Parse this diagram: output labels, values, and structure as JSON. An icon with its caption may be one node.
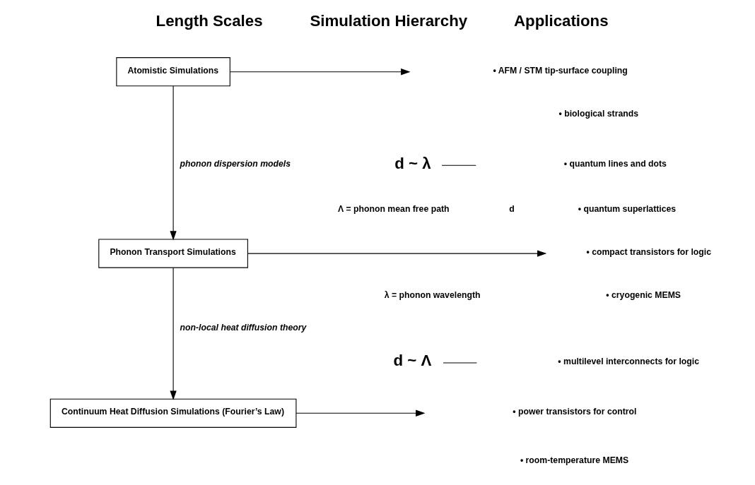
{
  "diagram": {
    "nodes": [
      {
        "text": [
          "Atomistic Simulations"
        ]
      },
      {
        "text": [
          "Phonon Transport Simulations"
        ]
      },
      {
        "text": [
          "Continuum Heat Diffusion Simulations (Fourier’s Law)"
        ]
      },
      {
        "text": [
          "d ~ λ"
        ]
      },
      {
        "text": [
          "d ~ Λ"
        ]
      }
    ],
    "edges": [
      {
        "from": 0,
        "to": 1,
        "arrow": "to",
        "label": "phonon dispersion models"
      },
      {
        "from": 1,
        "to": 2,
        "arrow": "to",
        "label": "non-local heat diffusion theory"
      },
      {
        "from": 0,
        "to": null,
        "arrow": "to"
      },
      {
        "from": 1,
        "to": null,
        "arrow": "to"
      },
      {
        "from": 2,
        "to": null,
        "arrow": "to"
      },
      {
        "from": 3,
        "to": null,
        "arrow": "none"
      },
      {
        "from": 4,
        "to": null,
        "arrow": "none"
      }
    ],
    "labels": [
      "Length Scales",
      "Simulation Hierarchy",
      "Applications",
      "• AFM / STM tip-surface coupling",
      "• biological strands",
      "• quantum lines and dots",
      "• quantum superlattices",
      "• compact transistors for logic",
      "• cryogenic MEMS",
      "• multilevel interconnects for logic",
      "• power transistors for control",
      "• room-temperature MEMS",
      "Λ = phonon mean free path",
      "λ = phonon wavelength",
      "d"
    ]
  }
}
